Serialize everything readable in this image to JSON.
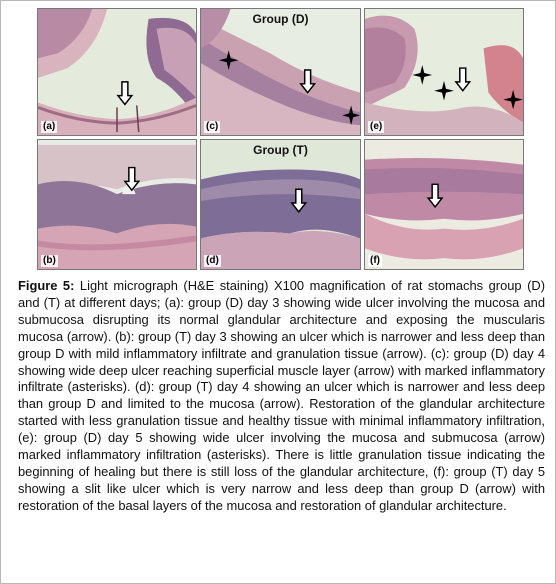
{
  "figure": {
    "panels": [
      {
        "id": "a",
        "letter": "(a)",
        "group_label": ""
      },
      {
        "id": "c",
        "letter": "(c)",
        "group_label": "Group (D)"
      },
      {
        "id": "e",
        "letter": "(e)",
        "group_label": ""
      },
      {
        "id": "b",
        "letter": "(b)",
        "group_label": ""
      },
      {
        "id": "d",
        "letter": "(d)",
        "group_label": "Group (T)"
      },
      {
        "id": "f",
        "letter": "(f)",
        "group_label": ""
      }
    ],
    "caption": {
      "label": "Figure 5:",
      "text": " Light micrograph (H&E staining) X100 magnification of rat stomachs group (D) and (T) at different days; (a): group (D) day 3 showing wide ulcer involving the mucosa and submucosa disrupting its normal glandular architecture and exposing the muscularis mucosa (arrow). (b): group (T) day 3 showing an ulcer which is narrower and less deep than group D with mild inflammatory infiltrate and granulation tissue (arrow). (c): group (D) day 4 showing wide deep ulcer reaching superficial muscle layer (arrow) with marked inflammatory infiltrate (asterisks). (d): group (T) day 4 showing an ulcer which is narrower and less deep than group D and limited to the mucosa (arrow). Restoration of the glandular architecture started with less granulation tissue and healthy tissue with minimal inflammatory infiltration, (e): group (D) day 5 showing wide ulcer involving the mucosa and submucosa (arrow) marked inflammatory infiltration (asterisks). There is little granulation tissue indicating the beginning of healing but there is still loss of the glandular architecture, (f): group (T) day 5 showing a slit like ulcer which is very narrow and less deep than group D (arrow) with restoration of the basal layers of the mucosa and restoration of glandular architecture."
    }
  },
  "colors": {
    "tissue_pink": "#d8a8b4",
    "tissue_purple": "#7a5a86",
    "background_green": "#dfe8d8",
    "arrow": "#000000"
  },
  "icons": {
    "arrow": "down-arrow-icon",
    "asterisk": "asterisk-icon"
  }
}
